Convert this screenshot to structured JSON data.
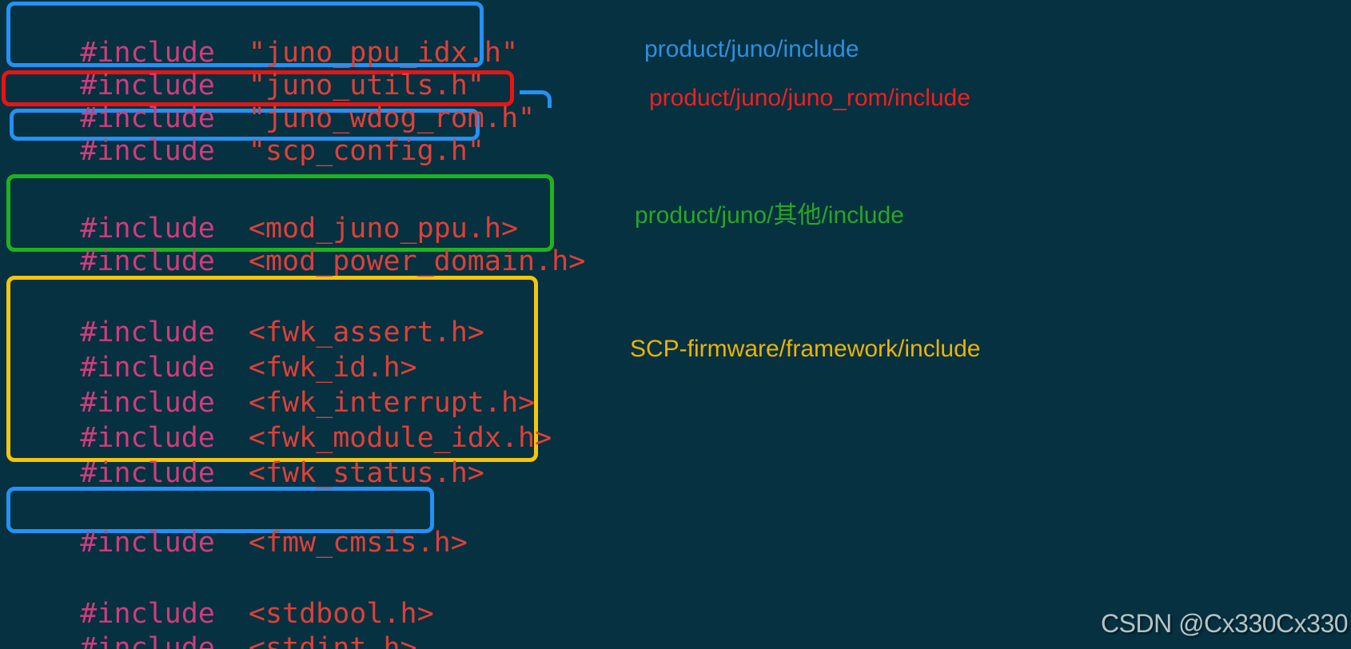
{
  "page": {
    "background_color": "#063140",
    "watermark": {
      "text": "CSDN @Cx330Cx330",
      "color": "#b4c3c6"
    }
  },
  "code": {
    "keyword": "#include",
    "keyword_color": "#ce3d7d",
    "header_color": "#dd4038"
  },
  "groups": {
    "juno_include": {
      "box_color": "#2491f5",
      "annotation": {
        "text": "product/juno/include",
        "color": "#2e8fdf"
      },
      "headers": [
        "\"juno_ppu_idx.h\"",
        "\"juno_utils.h\""
      ]
    },
    "juno_rom_include": {
      "box_color": "#ec1313",
      "annotation": {
        "text": "product/juno/juno_rom/include",
        "color": "#ed2121"
      },
      "headers": [
        "\"juno_wdog_rom.h\""
      ]
    },
    "scp_config": {
      "box_color": "#2491f5",
      "headers": [
        "\"scp_config.h\""
      ]
    },
    "juno_other_include": {
      "box_color": "#1eb31e",
      "annotation": {
        "text": "product/juno/其他/include",
        "color": "#27a627"
      },
      "headers": [
        "<mod_juno_ppu.h>",
        "<mod_power_domain.h>"
      ]
    },
    "framework_include": {
      "box_color": "#f6c40d",
      "annotation": {
        "text": "SCP-firmware/framework/include",
        "color": "#edb301"
      },
      "headers": [
        "<fwk_assert.h>",
        "<fwk_id.h>",
        "<fwk_interrupt.h>",
        "<fwk_module_idx.h>",
        "<fwk_status.h>"
      ]
    },
    "cmsis": {
      "box_color": "#2491f5",
      "headers": [
        "<fmw_cmsis.h>"
      ]
    },
    "standard": {
      "headers": [
        "<stdbool.h>",
        "<stdint.h>"
      ]
    }
  }
}
